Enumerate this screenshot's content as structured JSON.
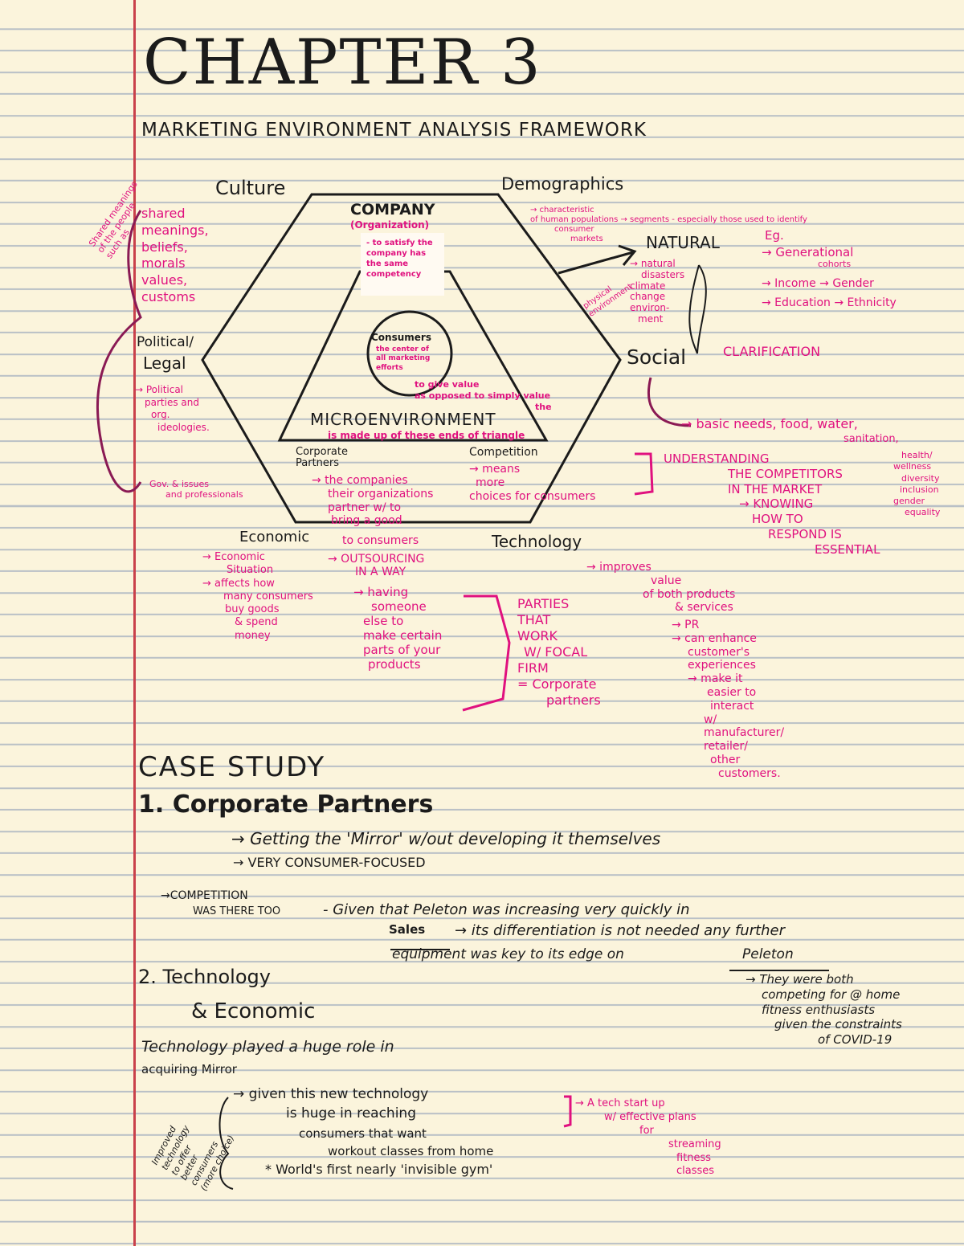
{
  "title": "CHAPTER 3",
  "subtitle": "MARKETING ENVIRONMENT ANALYSIS FRAMEWORK",
  "diagram": {
    "outer_labels": {
      "culture": "Culture",
      "demographics": "Demographics",
      "natural": "NATURAL",
      "social": "Social",
      "political": "Political/",
      "legal": "Legal",
      "economic": "Economic",
      "technology": "Technology"
    },
    "inner": {
      "company": "COMPANY",
      "organization": "(Organization)",
      "company_note": [
        "- to satisfy the",
        "company has",
        "the same",
        "competency"
      ],
      "consumers": "Consumers",
      "consumers_note": [
        "the center of",
        "all marketing",
        "efforts"
      ],
      "consumers_note2": [
        "to give value",
        "as opposed to simply value",
        "the"
      ],
      "microenvironment": "MICROENVIRONMENT",
      "micro_note": "is made up of these ends of triangle",
      "corporate_partners": "Corporate Partners",
      "competition": "Competition"
    },
    "notes": {
      "culture_side": [
        "Shared meanings",
        "of the people",
        "such as"
      ],
      "culture_list": [
        "shared",
        "meanings,",
        "beliefs,",
        "morals",
        "values,",
        "customs"
      ],
      "demographics_note": [
        "→ characteristic",
        "of human populations → segments - especially those used to identify",
        "consumer",
        "markets"
      ],
      "eg": "Eg.",
      "generational": [
        "→ Generational",
        "cohorts"
      ],
      "income_gender": "→ Income     → Gender",
      "education_ethnicity": "→ Education → Ethnicity",
      "natural_note": [
        "→ natural",
        "disasters",
        "climate",
        "change",
        "environ-",
        "ment"
      ],
      "natural_arrow": [
        "physical",
        "environment"
      ],
      "social_clarification": "CLARIFICATION",
      "social_needs": "→ basic needs, food, water,",
      "sanitation": "sanitation,",
      "social_right": [
        "health/",
        "wellness",
        "diversity",
        "inclusion",
        "gender",
        "equality"
      ],
      "political_note": [
        "→ Political",
        "parties and",
        "org.",
        "ideologies."
      ],
      "gov_note": "Gov. & issues",
      "gov_note2": "and professionals",
      "cp_note": [
        "→ the companies",
        "their organizations",
        "partner w/ to",
        "bring a good"
      ],
      "competition_note": [
        "→ means",
        "more",
        "choices for consumers"
      ],
      "understanding": [
        "UNDERSTANDING",
        "THE COMPETITORS",
        "IN THE MARKET",
        "→ KNOWING",
        "HOW TO",
        "RESPOND IS",
        "ESSENTIAL"
      ],
      "to_consumers": "to consumers",
      "outsourcing": [
        "→ OUTSOURCING",
        "IN A WAY"
      ],
      "having_someone": [
        "→ having",
        "someone",
        "else to",
        "make certain",
        "parts of your",
        "products"
      ],
      "parties": [
        "PARTIES",
        "THAT",
        "WORK",
        "W/ FOCAL",
        "FIRM",
        "= Corporate",
        "partners"
      ],
      "economic_note": [
        "→ Economic",
        "Situation",
        "→ affects how",
        "many consumers",
        "buy goods",
        "& spend",
        "money"
      ],
      "technology_note": [
        "→ improves",
        "value",
        "of both products",
        "& services"
      ],
      "tech_list": [
        "→ PR",
        "→ can enhance",
        "customer's",
        "experiences",
        "→ make it",
        "easier to",
        "interact",
        "w/",
        "manufacturer/",
        "retailer/",
        "other",
        "customers."
      ]
    }
  },
  "case_study": {
    "heading": "CASE STUDY",
    "item1": {
      "label": "1. Corporate Partners",
      "line1": "→ Getting the 'Mirror' w/out developing it themselves",
      "line2": "→ VERY CONSUMER-FOCUSED",
      "competition": "→COMPETITION",
      "was_there": "WAS THERE TOO",
      "given": "- Given that Peleton was increasing very quickly in",
      "sales": "Sales",
      "diff": "→ its differentiation is not needed any further",
      "equipment": "equipment was key to its edge on",
      "peleton": "Peleton"
    },
    "item2": {
      "label": "2. Technology",
      "economic": "& Economic",
      "they_were": [
        "→ They were both",
        "competing for @ home",
        "fitness enthusiasts",
        "given the constraints",
        "of COVID-19"
      ],
      "played": "Technology played a huge role in",
      "acquiring": "acquiring Mirror",
      "side_note": [
        "Improved",
        "technology",
        "to offer",
        "better",
        "consumers",
        "(more choice)"
      ],
      "given_tech": "→ given this new technology",
      "is_huge": "is huge in reaching",
      "consumers_that": "consumers that want",
      "workout": "workout classes from home",
      "worlds_first": "* World's first nearly 'invisible gym'",
      "startup": [
        "→ A tech start up",
        "w/ effective plans",
        "for",
        "streaming",
        "fitness",
        "classes"
      ]
    }
  }
}
